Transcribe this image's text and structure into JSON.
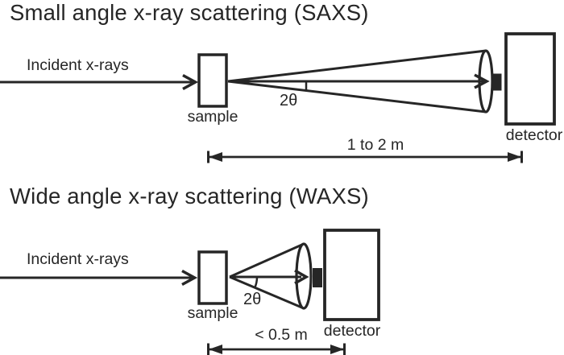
{
  "meta": {
    "ink_color": "#262626",
    "background_color": "#ffffff"
  },
  "sections": {
    "saxs": {
      "title": "Small angle x-ray scattering (SAXS)",
      "incident_label": "Incident x-rays",
      "sample_label": "sample",
      "angle_label": "2θ",
      "detector_label": "detector",
      "distance_label": "1 to 2 m"
    },
    "waxs": {
      "title": "Wide angle x-ray scattering (WAXS)",
      "incident_label": "Incident x-rays",
      "sample_label": "sample",
      "angle_label": "2θ",
      "detector_label": "detector",
      "distance_label": "< 0.5 m"
    }
  }
}
